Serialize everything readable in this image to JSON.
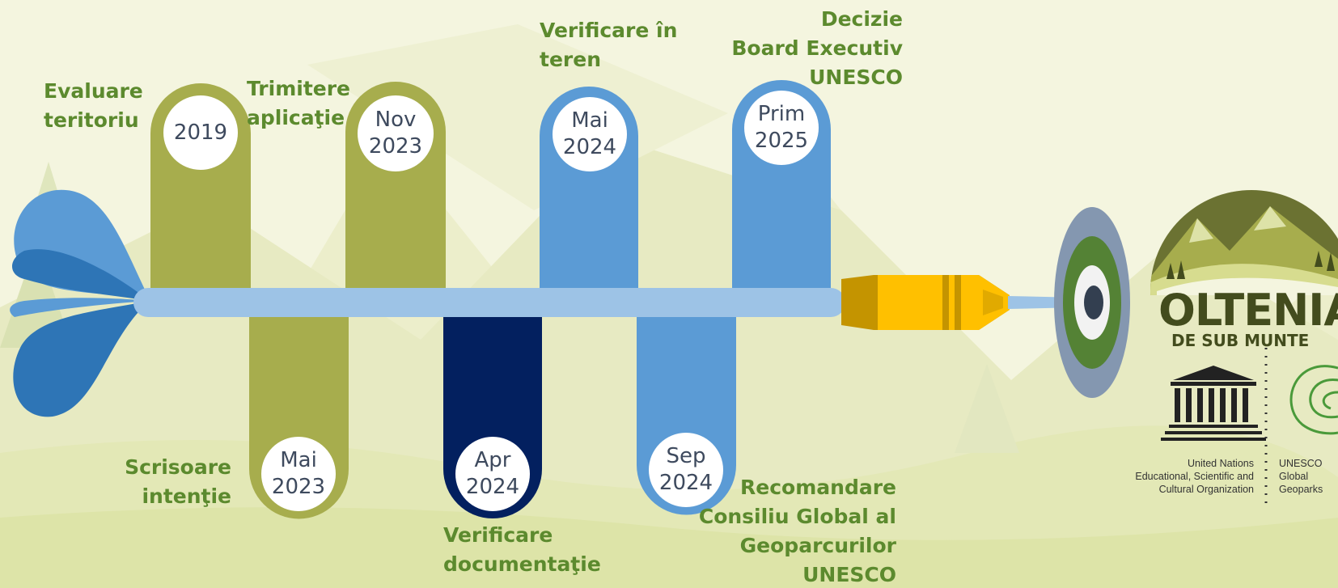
{
  "timeline": {
    "above": [
      {
        "date_line1": "2019",
        "date_line2": "",
        "label_lines": [
          "Evaluare",
          "teritoriu"
        ],
        "color": "#a7ad4d"
      },
      {
        "date_line1": "Nov",
        "date_line2": "2023",
        "label_lines": [
          "Trimitere",
          "aplicaţie"
        ],
        "color": "#a7ad4d"
      },
      {
        "date_line1": "Mai",
        "date_line2": "2024",
        "label_lines": [
          "Verificare în",
          "teren"
        ],
        "color": "#5b9bd5"
      },
      {
        "date_line1": "Prim",
        "date_line2": "2025",
        "label_lines": [
          "Decizie",
          "Board Executiv",
          "UNESCO"
        ],
        "color": "#5b9bd5"
      }
    ],
    "below": [
      {
        "date_line1": "Mai",
        "date_line2": "2023",
        "label_lines": [
          "Scrisoare",
          "intenţie"
        ],
        "color": "#a7ad4d"
      },
      {
        "date_line1": "Apr",
        "date_line2": "2024",
        "label_lines": [
          "Verificare",
          "documentaţie"
        ],
        "color": "#03205f"
      },
      {
        "date_line1": "Sep",
        "date_line2": "2024",
        "label_lines": [
          "Recomandare",
          "Consiliu Global al",
          "Geoparcurilor",
          "UNESCO"
        ],
        "color": "#5b9bd5"
      }
    ]
  },
  "logo": {
    "title_line1": "OLTENIA",
    "title_line2": "DE SUB MUNTE",
    "unesco_text_lines": [
      "United Nations",
      "Educational, Scientific and",
      "Cultural Organization"
    ],
    "geoparks_text_lines": [
      "UNESCO",
      "Global",
      "Geoparks"
    ],
    "icons": [
      "unesco-temple-icon",
      "geoparks-swirl-icon"
    ]
  },
  "colors": {
    "label_green": "#5c8a2e",
    "olive_bar": "#a7ad4d",
    "blue_bar": "#5b9bd5",
    "navy_bar": "#03205f",
    "shaft": "#9dc3e6",
    "dart_tip": "#ffc000"
  }
}
